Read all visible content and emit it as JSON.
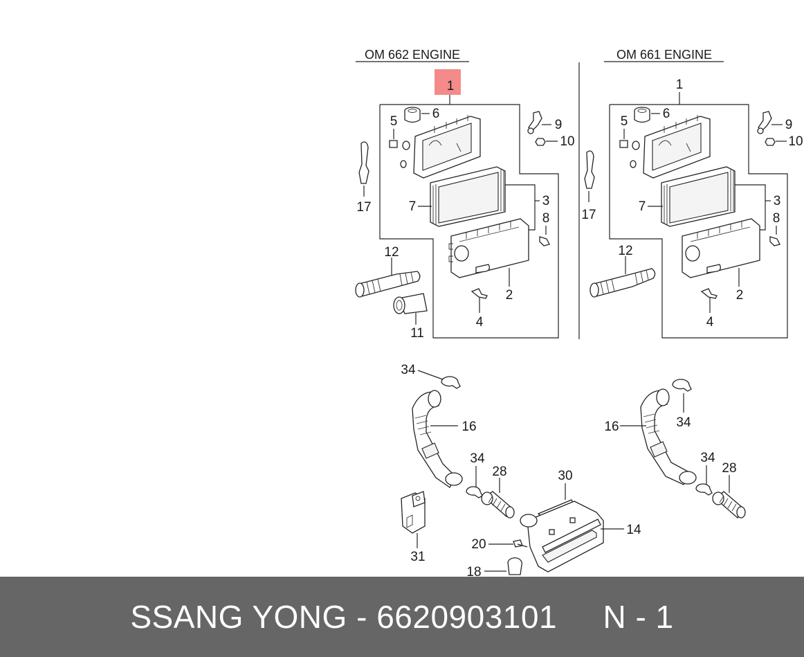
{
  "headings": {
    "left": "OM 662 ENGINE",
    "right": "OM 661 ENGINE"
  },
  "highlight": {
    "label": "1",
    "color": "#f48a8a"
  },
  "callouts": {
    "left_engine": [
      "1",
      "6",
      "5",
      "9",
      "10",
      "17",
      "7",
      "3",
      "8",
      "12",
      "2",
      "11",
      "4"
    ],
    "right_engine": [
      "1",
      "6",
      "5",
      "9",
      "10",
      "17",
      "7",
      "3",
      "8",
      "12",
      "2",
      "4"
    ],
    "lower_assembly": [
      "34",
      "16",
      "34",
      "28",
      "30",
      "14",
      "20",
      "31",
      "18",
      "34",
      "16",
      "34",
      "28"
    ]
  },
  "footer": {
    "brand": "SSANG YONG",
    "separator": " - ",
    "part_number": "6620903101",
    "gap": "     ",
    "note": "N - 1",
    "background": "#666666"
  }
}
